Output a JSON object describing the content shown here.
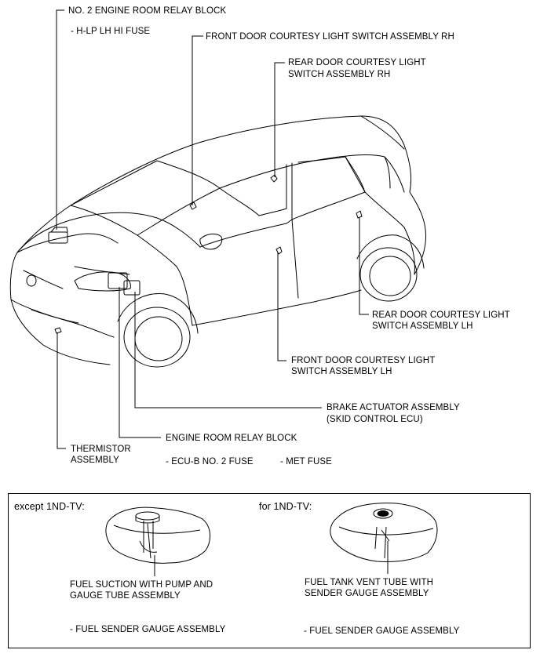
{
  "labels": {
    "relay_block_2": "NO. 2 ENGINE ROOM RELAY BLOCK",
    "hlp_fuse": "- H-LP LH HI FUSE",
    "front_door_rh": "FRONT DOOR COURTESY LIGHT SWITCH ASSEMBLY RH",
    "rear_door_rh_1": "REAR DOOR COURTESY LIGHT",
    "rear_door_rh_2": "SWITCH ASSEMBLY RH",
    "rear_door_lh_1": "REAR DOOR COURTESY LIGHT",
    "rear_door_lh_2": "SWITCH ASSEMBLY LH",
    "front_door_lh_1": "FRONT DOOR COURTESY LIGHT",
    "front_door_lh_2": "SWITCH ASSEMBLY LH",
    "brake_actuator_1": "BRAKE ACTUATOR ASSEMBLY",
    "brake_actuator_2": "(SKID CONTROL ECU)",
    "engine_relay_block": "ENGINE ROOM RELAY BLOCK",
    "thermistor_1": "THERMISTOR",
    "thermistor_2": "ASSEMBLY",
    "ecub_fuse": "- ECU-B NO. 2 FUSE",
    "met_fuse": "- MET FUSE"
  },
  "panel": {
    "left_title": "except 1ND-TV:",
    "right_title": "for 1ND-TV:",
    "left_part_1": "FUEL SUCTION WITH PUMP AND",
    "left_part_2": "GAUGE TUBE ASSEMBLY",
    "left_sub": "- FUEL SENDER GAUGE ASSEMBLY",
    "right_part_1": "FUEL TANK VENT TUBE WITH",
    "right_part_2": "SENDER GAUGE ASSEMBLY",
    "right_sub": "- FUEL SENDER GAUGE ASSEMBLY"
  }
}
